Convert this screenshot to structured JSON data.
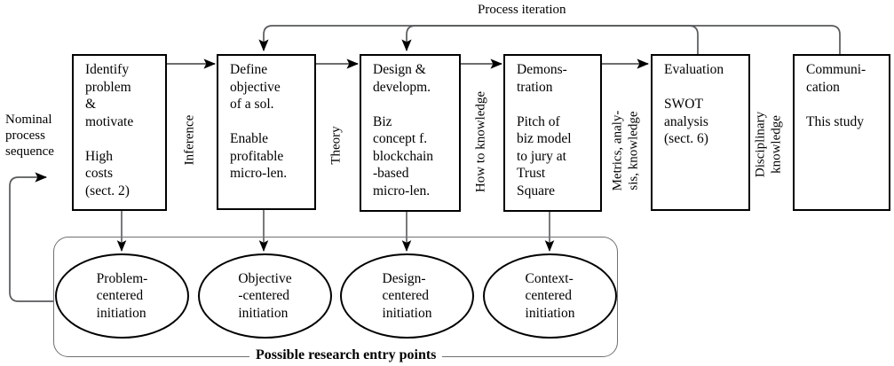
{
  "diagram": {
    "title_label": "Process iteration",
    "left_label": "Nominal\nprocess\nsequence",
    "group_caption": "Possible research entry points",
    "line_color": "#58595b",
    "box_color": "#000000",
    "group_color": "#6f7072",
    "stages": [
      {
        "id": "identify-problem",
        "title": "Identify\nproblem\n&\nmotivate",
        "detail": "High\ncosts\n(sect. 2)"
      },
      {
        "id": "define-objective",
        "title": "Define\nobjective\nof a sol.",
        "detail": "Enable\nprofitable\nmicro-len."
      },
      {
        "id": "design-development",
        "title": "Design &\ndevelopm.",
        "detail": "Biz\nconcept f.\nblockchain\n-based\nmicro-len."
      },
      {
        "id": "demonstration",
        "title": "Demons-\ntration",
        "detail": "Pitch of\nbiz model\nto jury at\nTrust\nSquare"
      },
      {
        "id": "evaluation",
        "title": "Evaluation",
        "detail": "SWOT\nanalysis\n(sect. 6)"
      },
      {
        "id": "communication",
        "title": "Communi-\ncation",
        "detail": "This study"
      }
    ],
    "connector_labels": [
      {
        "id": "inference",
        "text": "Inference"
      },
      {
        "id": "theory",
        "text": "Theory"
      },
      {
        "id": "how-to-knowledge",
        "text": "How to knowledge"
      },
      {
        "id": "metrics-analysis-knowledge",
        "text": "Metrics, analy-\nsis, knowledge"
      },
      {
        "id": "disciplinary-knowledge",
        "text": "Disciplinary\nknowledge"
      }
    ],
    "entry_points": [
      {
        "id": "problem-centered",
        "label": "Problem-\ncentered\ninitiation"
      },
      {
        "id": "objective-centered",
        "label": "Objective\n-centered\ninitiation"
      },
      {
        "id": "design-centered",
        "label": "Design-\ncentered\ninitiation"
      },
      {
        "id": "context-centered",
        "label": "Context-\ncentered\ninitiation"
      }
    ]
  }
}
